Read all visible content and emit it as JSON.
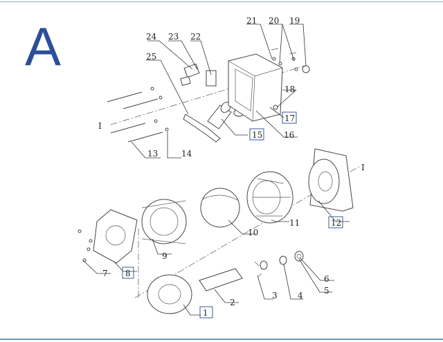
{
  "section_letter": "A",
  "colors": {
    "letter": "#2d4e9a",
    "frame": "#8fb6c2",
    "box": "#3a5a9a"
  },
  "axis_labels": [
    "I",
    "I"
  ],
  "callouts": {
    "c1": "1",
    "c2": "2",
    "c3": "3",
    "c4": "4",
    "c5": "5",
    "c6": "6",
    "c7": "7",
    "c8": "8",
    "c9": "9",
    "c10": "10",
    "c11": "11",
    "c12": "12",
    "c13": "13",
    "c14": "14",
    "c15": "15",
    "c16": "16",
    "c17": "17",
    "c18": "18",
    "c19": "19",
    "c20": "20",
    "c21": "21",
    "c22": "22",
    "c23": "23",
    "c24": "24",
    "c25": "25"
  },
  "boxed_callouts": [
    "1",
    "8",
    "12",
    "15",
    "17"
  ]
}
